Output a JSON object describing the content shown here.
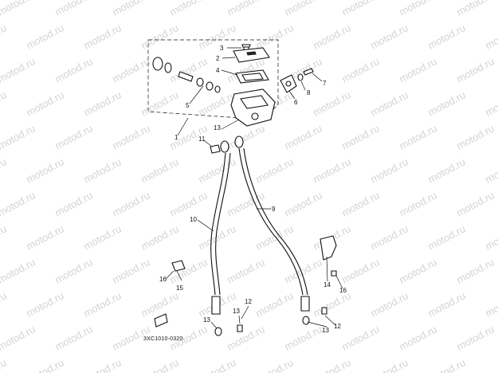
{
  "watermark": {
    "text": "motod.ru"
  },
  "diagram_code": "3XC1010-0320",
  "callouts": {
    "c1": "1",
    "c2": "2",
    "c3": "3",
    "c4": "4",
    "c5": "5",
    "c6": "6",
    "c7": "7",
    "c8": "8",
    "c9": "9",
    "c10": "10",
    "c11": "11",
    "c12a": "12",
    "c12b": "12",
    "c13a": "13",
    "c13b": "13",
    "c13c": "13",
    "c13d": "13",
    "c14": "14",
    "c15": "15",
    "c16a": "16",
    "c16b": "16"
  },
  "colors": {
    "ink": "#111111",
    "background": "#ffffff",
    "watermark": "#d4d4d4"
  }
}
